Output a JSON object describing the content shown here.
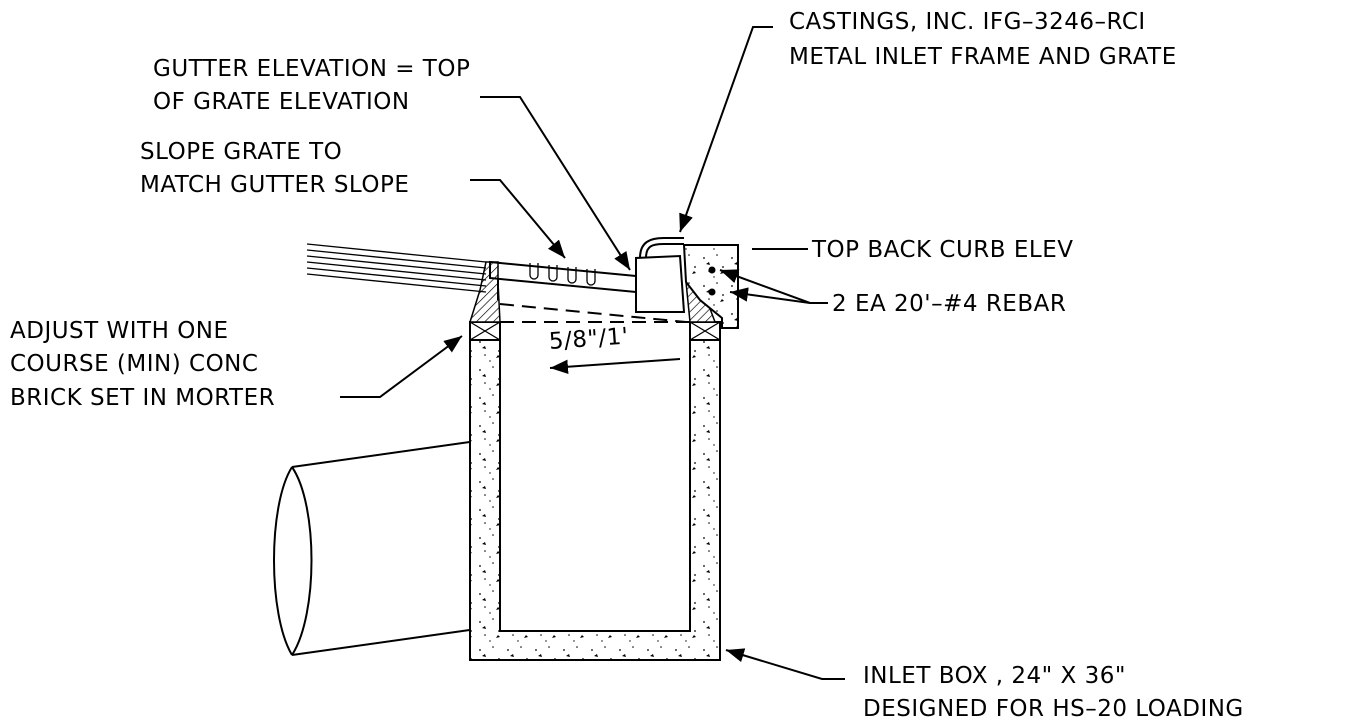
{
  "labels": {
    "grate_callout": [
      "CASTINGS, INC. IFG–3246–RCI",
      "METAL INLET FRAME AND GRATE"
    ],
    "gutter_elevation": [
      "GUTTER ELEVATION = TOP",
      "OF GRATE ELEVATION"
    ],
    "slope_grate": [
      "SLOPE GRATE TO",
      "MATCH GUTTER SLOPE"
    ],
    "top_back_curb": "TOP BACK CURB ELEV",
    "rebar": "2 EA 20'–#4 REBAR",
    "adjust_brick": [
      "ADJUST WITH ONE",
      "COURSE (MIN) CONC",
      "BRICK SET IN MORTER"
    ],
    "slope_value": "5/8\"/1'",
    "inlet_box": [
      "INLET BOX , 24\" X 36\"",
      "DESIGNED FOR HS–20 LOADING"
    ]
  },
  "colors": {
    "ink": "#000000",
    "background": "#ffffff"
  }
}
